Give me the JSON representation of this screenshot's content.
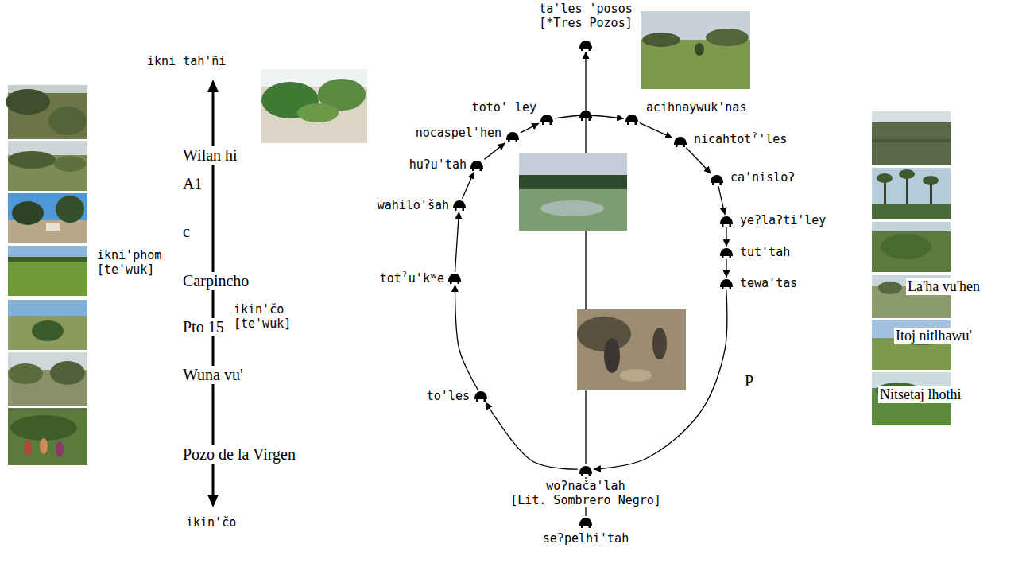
{
  "diagram": {
    "nodes": [
      {
        "text": [
          "ta'les 'posos",
          "[*Tres Pozos]"
        ]
      },
      {
        "text": [
          "toto' ley"
        ]
      },
      {
        "text": [
          "acihnaywuk'nas"
        ]
      },
      {
        "text": [
          "nocaspel'hen"
        ]
      },
      {
        "text": [
          "nicahtotˀ'les"
        ]
      },
      {
        "text": [
          "huʔu'tah"
        ]
      },
      {
        "text": [
          "ca'nisloʔ"
        ]
      },
      {
        "text": [
          "wahilo'šah"
        ]
      },
      {
        "text": [
          "yeʔlaʔti'ley"
        ]
      },
      {
        "text": [
          "tut'tah"
        ]
      },
      {
        "text": [
          "totˀu'kʷe"
        ]
      },
      {
        "text": [
          "tewa'tas"
        ]
      },
      {
        "text": [
          "to'les"
        ]
      },
      {
        "text": [
          "woʔnača'lah",
          "[Lit. Sombrero Negro]"
        ]
      },
      {
        "text": [
          "seʔpelhi'tah"
        ]
      }
    ],
    "edges": [
      {
        "from": 13,
        "to": 12,
        "arrow": "to"
      },
      {
        "from": 12,
        "to": 10,
        "arrow": "to"
      },
      {
        "from": 10,
        "to": 7,
        "arrow": "to"
      },
      {
        "from": 7,
        "to": 5,
        "arrow": "to"
      },
      {
        "from": 5,
        "to": 3,
        "arrow": "to"
      },
      {
        "from": 3,
        "to": 1,
        "arrow": "to"
      },
      {
        "from": 1,
        "to": 2,
        "arrow": "to"
      },
      {
        "from": 2,
        "to": 4,
        "arrow": "to"
      },
      {
        "from": 4,
        "to": 6,
        "arrow": "to"
      },
      {
        "from": 6,
        "to": 8,
        "arrow": "to"
      },
      {
        "from": 8,
        "to": 9,
        "arrow": "to"
      },
      {
        "from": 9,
        "to": 11,
        "arrow": "to"
      },
      {
        "from": 11,
        "to": 13,
        "arrow": "to"
      },
      {
        "from": 13,
        "to": 0,
        "arrow": "to"
      },
      {
        "from": 13,
        "to": 14,
        "arrow": "none"
      }
    ],
    "labels": [
      "ikni tah'ñi",
      "Wilan hi",
      "A1",
      "c",
      "ikni'phom [te'wuk]",
      "Carpincho",
      "ikin'čo [te'wuk]",
      "Pto 15",
      "Wuna vu'",
      "Pozo de la Virgen",
      "ikin'čo",
      "La'ha vu'hen",
      "Itoj nitlhawu'",
      "P",
      "Nitsetaj lhothi"
    ]
  }
}
